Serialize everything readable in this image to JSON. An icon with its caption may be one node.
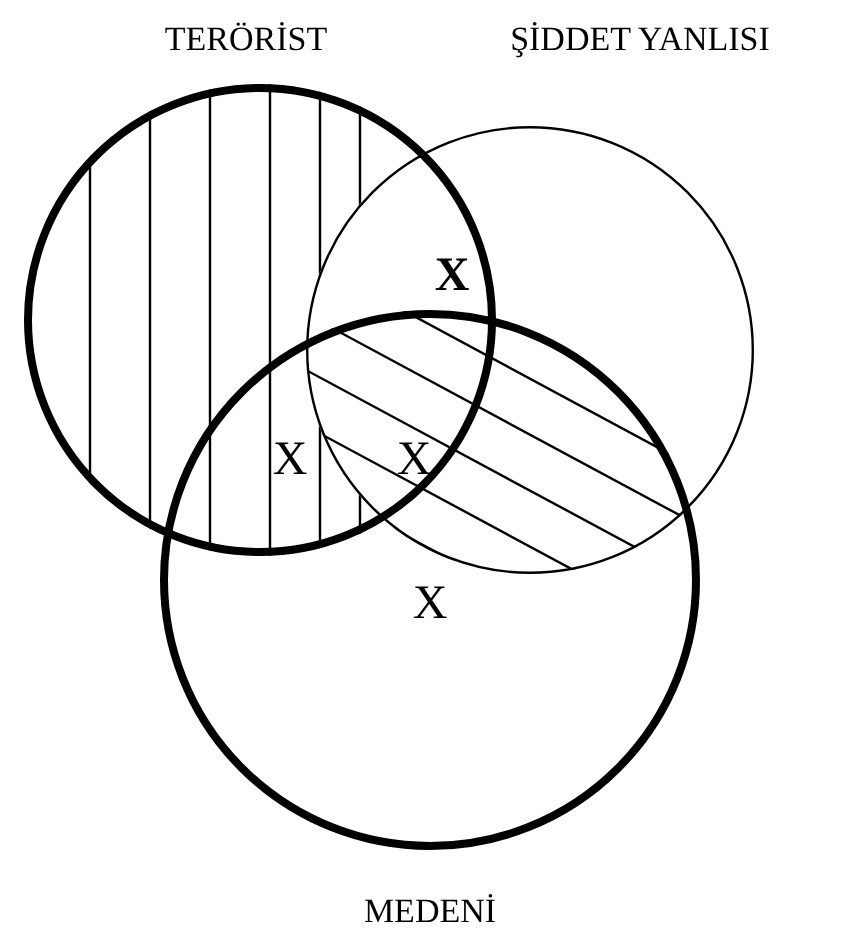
{
  "diagram": {
    "nodes": [
      {
        "text": [
          "TERÖRİST"
        ]
      },
      {
        "text": [
          "ŞİDDET YANLISI"
        ]
      },
      {
        "text": [
          "MEDENİ"
        ]
      }
    ],
    "labels": [
      "X",
      "X",
      "X",
      "X"
    ]
  }
}
